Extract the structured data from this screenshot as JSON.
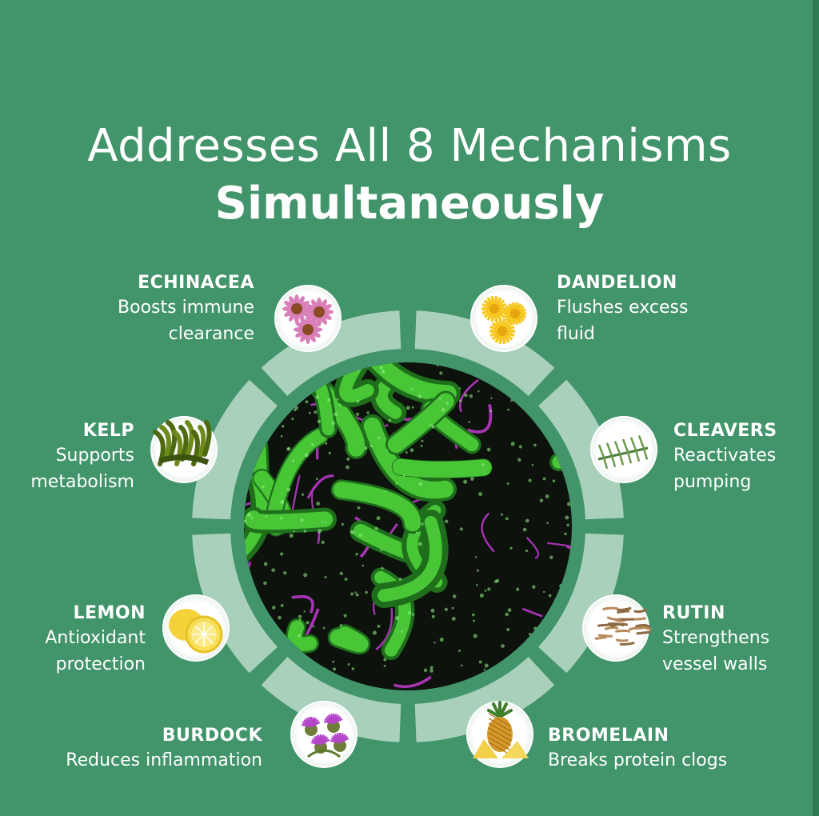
{
  "title": {
    "line1": "Addresses All 8 Mechanisms",
    "line2": "Simultaneously"
  },
  "colors": {
    "background": "#42946a",
    "ring_segment": "#a9d0bb",
    "vessel_green": "#4ccf3a",
    "vessel_magenta": "#c23bd1",
    "text": "#ffffff"
  },
  "ingredients": [
    {
      "name": "ECHINACEA",
      "desc": [
        "Boosts immune",
        "clearance"
      ],
      "icon": "echinacea-flower-icon"
    },
    {
      "name": "DANDELION",
      "desc": [
        "Flushes excess",
        "fluid"
      ],
      "icon": "dandelion-flower-icon"
    },
    {
      "name": "KELP",
      "desc": [
        "Supports",
        "metabolism"
      ],
      "icon": "kelp-seaweed-icon"
    },
    {
      "name": "CLEAVERS",
      "desc": [
        "Reactivates",
        "pumping"
      ],
      "icon": "cleavers-herb-icon"
    },
    {
      "name": "LEMON",
      "desc": [
        "Antioxidant",
        "protection"
      ],
      "icon": "lemon-icon"
    },
    {
      "name": "RUTIN",
      "desc": [
        "Strengthens",
        "vessel walls"
      ],
      "icon": "rutin-buds-icon"
    },
    {
      "name": "BURDOCK",
      "desc": [
        "Reduces inflammation"
      ],
      "icon": "burdock-thistle-icon"
    },
    {
      "name": "BROMELAIN",
      "desc": [
        "Breaks protein clogs"
      ],
      "icon": "pineapple-icon"
    }
  ]
}
